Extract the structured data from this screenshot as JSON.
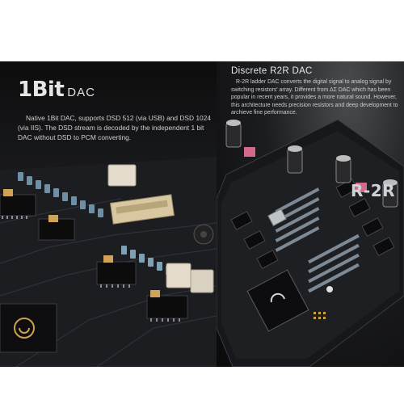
{
  "left": {
    "title_main": "1Bit",
    "title_sub": "DAC",
    "description": "Native 1Bit DAC, supports DSD 512 (via USB) and DSD 1024 (via IIS). The DSD stream is decoded by the independent 1 bit DAC without DSD to PCM converting."
  },
  "right": {
    "title": "Discrete R2R DAC",
    "description": "R-2R ladder DAC converts the digital signal to analog signal by switching resistors' array. Different from ΔΣ DAC which has been popular in recent years, it provides a more natural sound. However, this architecture needs precision resistors and deep development to archieve fine performance.",
    "board_label": "R-2R"
  },
  "colors": {
    "background": "#ffffff",
    "band": "#141416",
    "text": "#d7d7d7"
  }
}
